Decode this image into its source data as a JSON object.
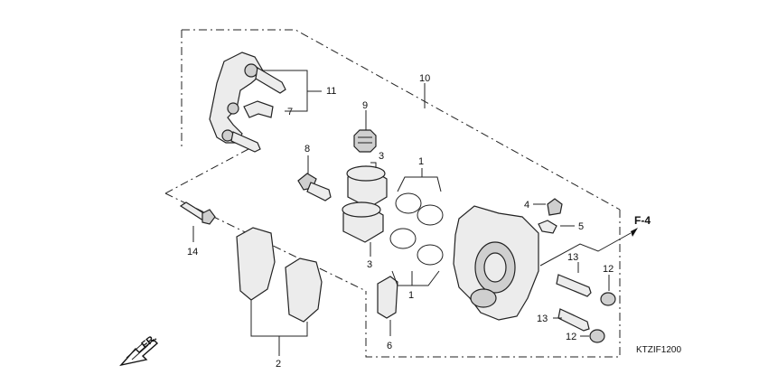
{
  "diagram_code": "KTZIF1200",
  "reference_label": "F-4",
  "front_label": "FR.",
  "callouts": {
    "p1_top": "1",
    "p1_bottom": "1",
    "p2": "2",
    "p3_top": "3",
    "p3_bottom": "3",
    "p4": "4",
    "p5": "5",
    "p6": "6",
    "p7": "7",
    "p8": "8",
    "p9": "9",
    "p10": "10",
    "p11": "11",
    "p12_top": "12",
    "p12_bottom": "12",
    "p13_top": "13",
    "p13_bottom": "13",
    "p14": "14"
  }
}
